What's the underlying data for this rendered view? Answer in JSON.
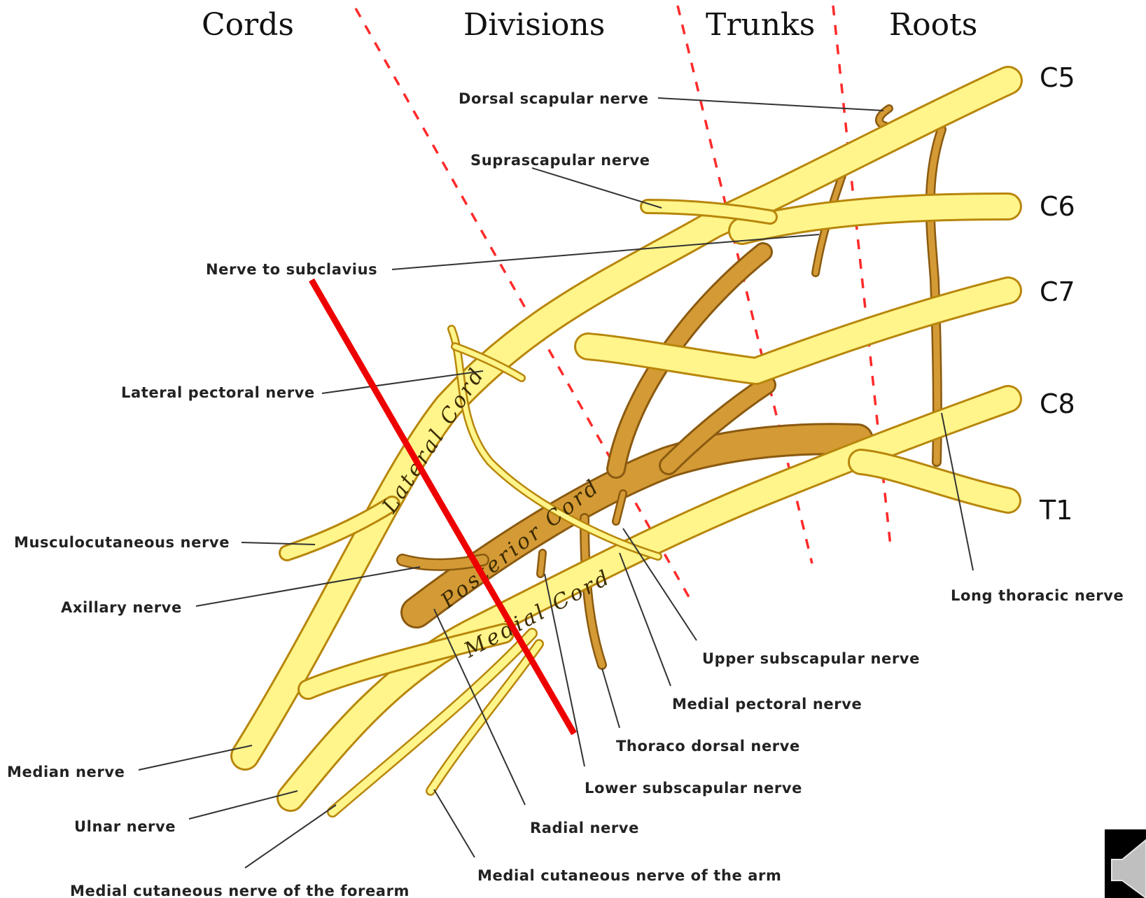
{
  "headers": {
    "cords": "Cords",
    "divisions": "Divisions",
    "trunks": "Trunks",
    "roots": "Roots"
  },
  "roots": {
    "c5": "C5",
    "c6": "C6",
    "c7": "C7",
    "c8": "C8",
    "t1": "T1"
  },
  "cords": {
    "lateral": "Lateral Cord",
    "posterior": "Posterior Cord",
    "medial": "Medial Cord"
  },
  "labels": {
    "dorsal_scapular": "Dorsal scapular nerve",
    "suprascapular": "Suprascapular nerve",
    "nerve_to_subclavius": "Nerve to subclavius",
    "lateral_pectoral": "Lateral pectoral nerve",
    "musculocutaneous": "Musculocutaneous nerve",
    "axillary": "Axillary nerve",
    "median": "Median nerve",
    "ulnar": "Ulnar nerve",
    "medial_cutaneous_forearm": "Medial cutaneous nerve of the forearm",
    "medial_cutaneous_arm": "Medial cutaneous nerve of the arm",
    "radial": "Radial nerve",
    "lower_subscapular": "Lower subscapular nerve",
    "thoraco_dorsal": "Thoraco dorsal nerve",
    "medial_pectoral": "Medial pectoral nerve",
    "upper_subscapular": "Upper subscapular nerve",
    "long_thoracic": "Long thoracic nerve"
  },
  "colors": {
    "nerve_yellow": "#fff58a",
    "nerve_outline": "#b8860b",
    "posterior_brown": "#d49a35",
    "divider_dashes": "#ff2a2a",
    "annotation_red": "#ee0000"
  },
  "icons": {
    "corner": "speaker-icon"
  }
}
